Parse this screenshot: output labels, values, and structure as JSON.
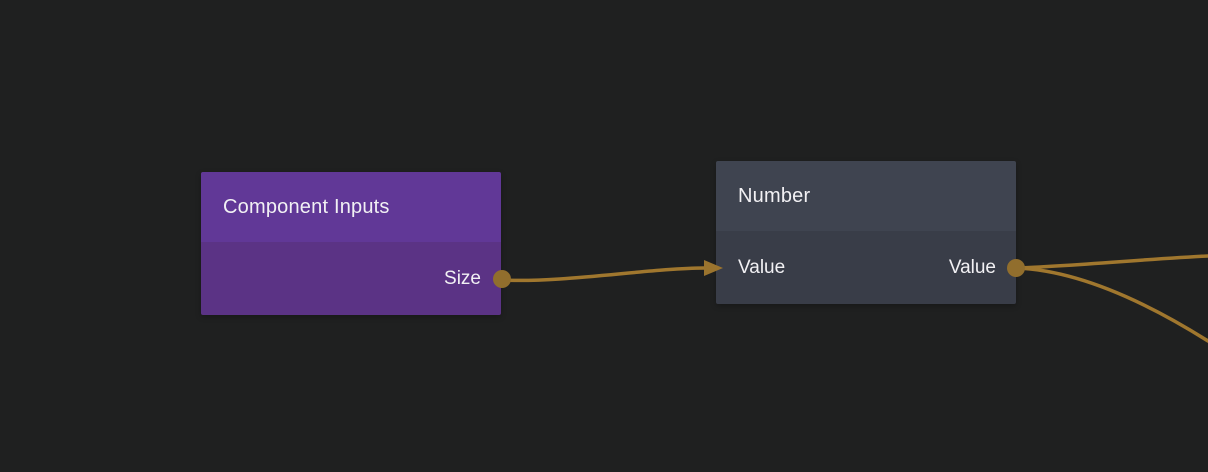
{
  "canvas": {
    "background": "#1f2020",
    "description": "node-graph editor viewport"
  },
  "colors": {
    "background": "#1f2020",
    "wire": "#a0772e",
    "port": "#916e2d",
    "arrowhead": "#9b742e",
    "component_inputs_header": "#613897",
    "component_inputs_body": "#5b3385",
    "number_header": "#3f4450",
    "number_body": "#393d48",
    "label_text": "#f2f1f4"
  },
  "nodes": [
    {
      "id": "component-inputs",
      "title": "Component Inputs",
      "inputs": [],
      "outputs": [
        {
          "label": "Size"
        }
      ]
    },
    {
      "id": "number",
      "title": "Number",
      "inputs": [
        {
          "label": "Value"
        }
      ],
      "outputs": [
        {
          "label": "Value"
        }
      ]
    }
  ],
  "wires": [
    {
      "from": "component-inputs / Size (output)",
      "to": "number / Value (input)"
    },
    {
      "from": "number / Value (output)",
      "to": "off-screen right (upper wire)"
    },
    {
      "from": "number / Value (output)",
      "to": "off-screen right (lower wire)"
    }
  ]
}
